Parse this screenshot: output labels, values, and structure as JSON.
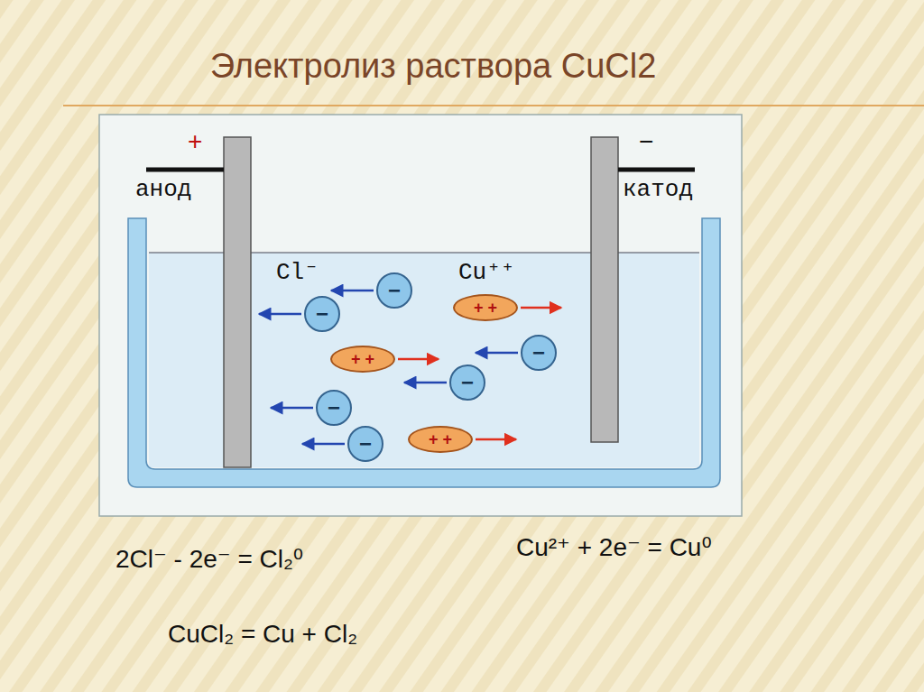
{
  "diagram": {
    "title": "Электролиз раствора CuCl2",
    "nodes": [
      {
        "text": [
          "−"
        ]
      },
      {
        "text": [
          "+ +"
        ]
      },
      {
        "text": [
          "−"
        ]
      },
      {
        "text": [
          "−"
        ]
      },
      {
        "text": [
          "+ +"
        ]
      },
      {
        "text": [
          "−"
        ]
      },
      {
        "text": [
          "−"
        ]
      },
      {
        "text": [
          "+ +"
        ]
      },
      {
        "text": [
          "−"
        ]
      }
    ],
    "labels": [
      "+",
      "анод",
      "−",
      "катод",
      "Cl⁻",
      "Cu⁺⁺",
      "2Cl⁻ - 2e⁻ = Cl₂⁰",
      "Cu²⁺ + 2e⁻ = Cu⁰",
      "CuCl₂ = Cu + Cl₂"
    ]
  }
}
